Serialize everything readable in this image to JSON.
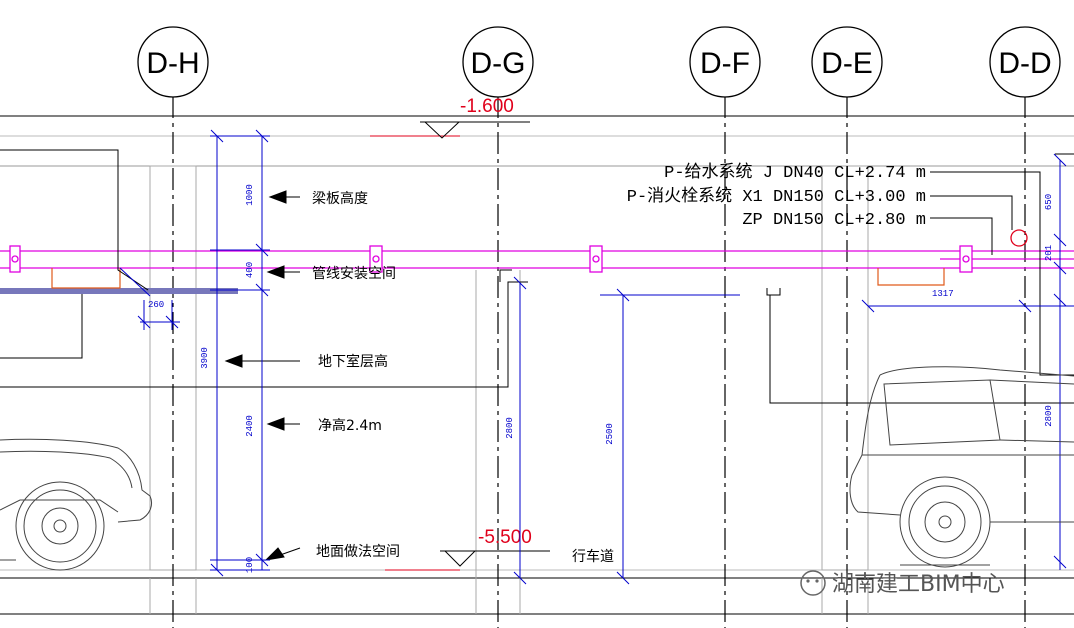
{
  "axes": [
    "D-H",
    "D-G",
    "D-F",
    "D-E",
    "D-D"
  ],
  "levels": {
    "top": "-1.600",
    "floor": "-5.500"
  },
  "pipe_labels": [
    "P-给水系统 J DN40 CL+2.74 m",
    "P-消火栓系统 X1 DN150 CL+3.00 m",
    "ZP DN150 CL+2.80 m"
  ],
  "notes": {
    "beam_height": "梁板高度",
    "pipe_space": "管线安装空间",
    "basement_height": "地下室层高",
    "clear_height": "净高2.4m",
    "floor_finish": "地面做法空间",
    "driveway": "行车道"
  },
  "dims": {
    "d1000": "1000",
    "d400": "400",
    "d3900": "3900",
    "d2400": "2400",
    "d100": "100",
    "d260": "260",
    "d2800": "2800",
    "d2500": "2500",
    "d1317": "1317",
    "d650": "650",
    "d201": "201",
    "d2800b": "2800"
  },
  "watermark": "湖南建工BIM中心",
  "colors": {
    "pipe": "#e000e0",
    "dim": "#0000cc",
    "level": "#e0001b",
    "sleeve": "#e05a1a",
    "duct": "#7777bb"
  }
}
